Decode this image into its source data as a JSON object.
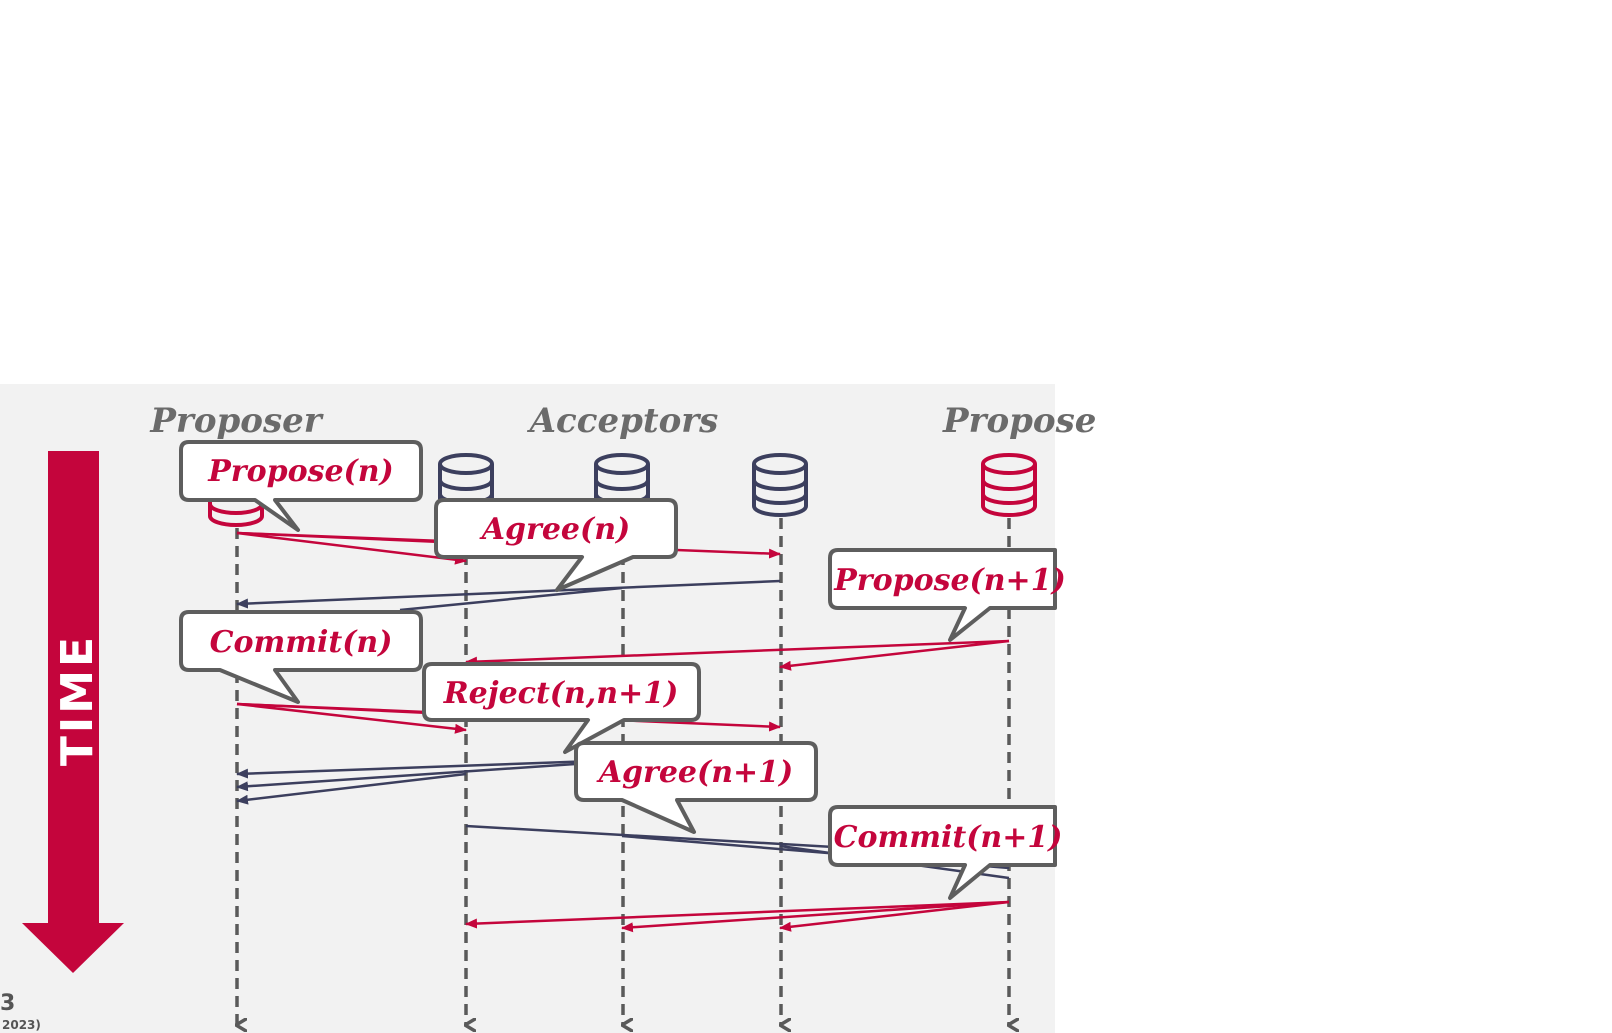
{
  "headers": {
    "proposer_left": "Proposer",
    "acceptors": "Acceptors",
    "proposer_right": "Propose"
  },
  "time_label": "TIME",
  "messages": {
    "propose_n": "Propose(n)",
    "agree_n": "Agree(n)",
    "propose_n1": "Propose(n+1)",
    "commit_n": "Commit(n)",
    "reject": "Reject(n,n+1)",
    "agree_n1": "Agree(n+1)",
    "commit_n1": "Commit(n+1)"
  },
  "footer": {
    "slide_mark": "3",
    "year": "2023)"
  },
  "colors": {
    "accent_red": "#c4053c",
    "navy": "#3c3f5e",
    "panel_bg": "#f2f2f2",
    "lifeline_gray": "#5a5a5a",
    "header_gray": "#6b6b6b"
  },
  "icons": [
    "database-icon",
    "arrow-down-icon",
    "speech-bubble"
  ]
}
